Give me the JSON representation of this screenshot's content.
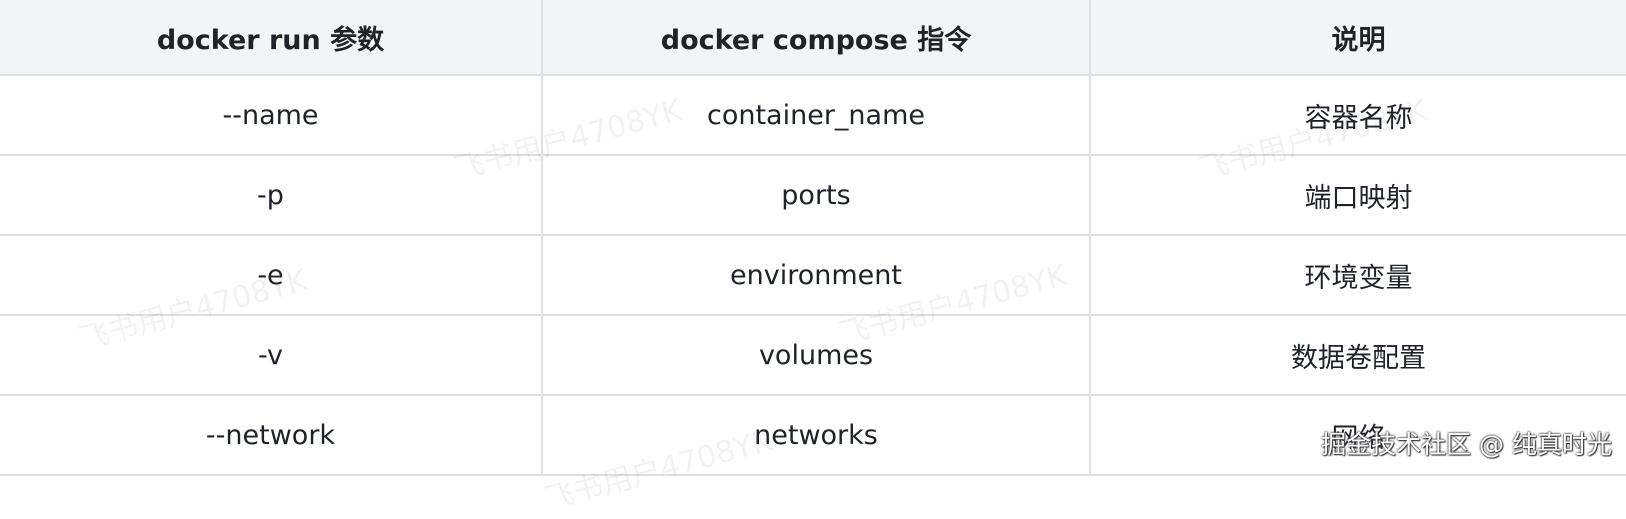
{
  "table": {
    "headers": [
      "docker run 参数",
      "docker compose 指令",
      "说明"
    ],
    "rows": [
      [
        "--name",
        "container_name",
        "容器名称"
      ],
      [
        "-p",
        "ports",
        "端口映射"
      ],
      [
        "-e",
        "environment",
        "环境变量"
      ],
      [
        "-v",
        "volumes",
        "数据卷配置"
      ],
      [
        "--network",
        "networks",
        "网络"
      ]
    ]
  },
  "watermark_text": "飞书用户4708YK",
  "footer_attribution": "掘金技术社区 @ 纯真时光"
}
